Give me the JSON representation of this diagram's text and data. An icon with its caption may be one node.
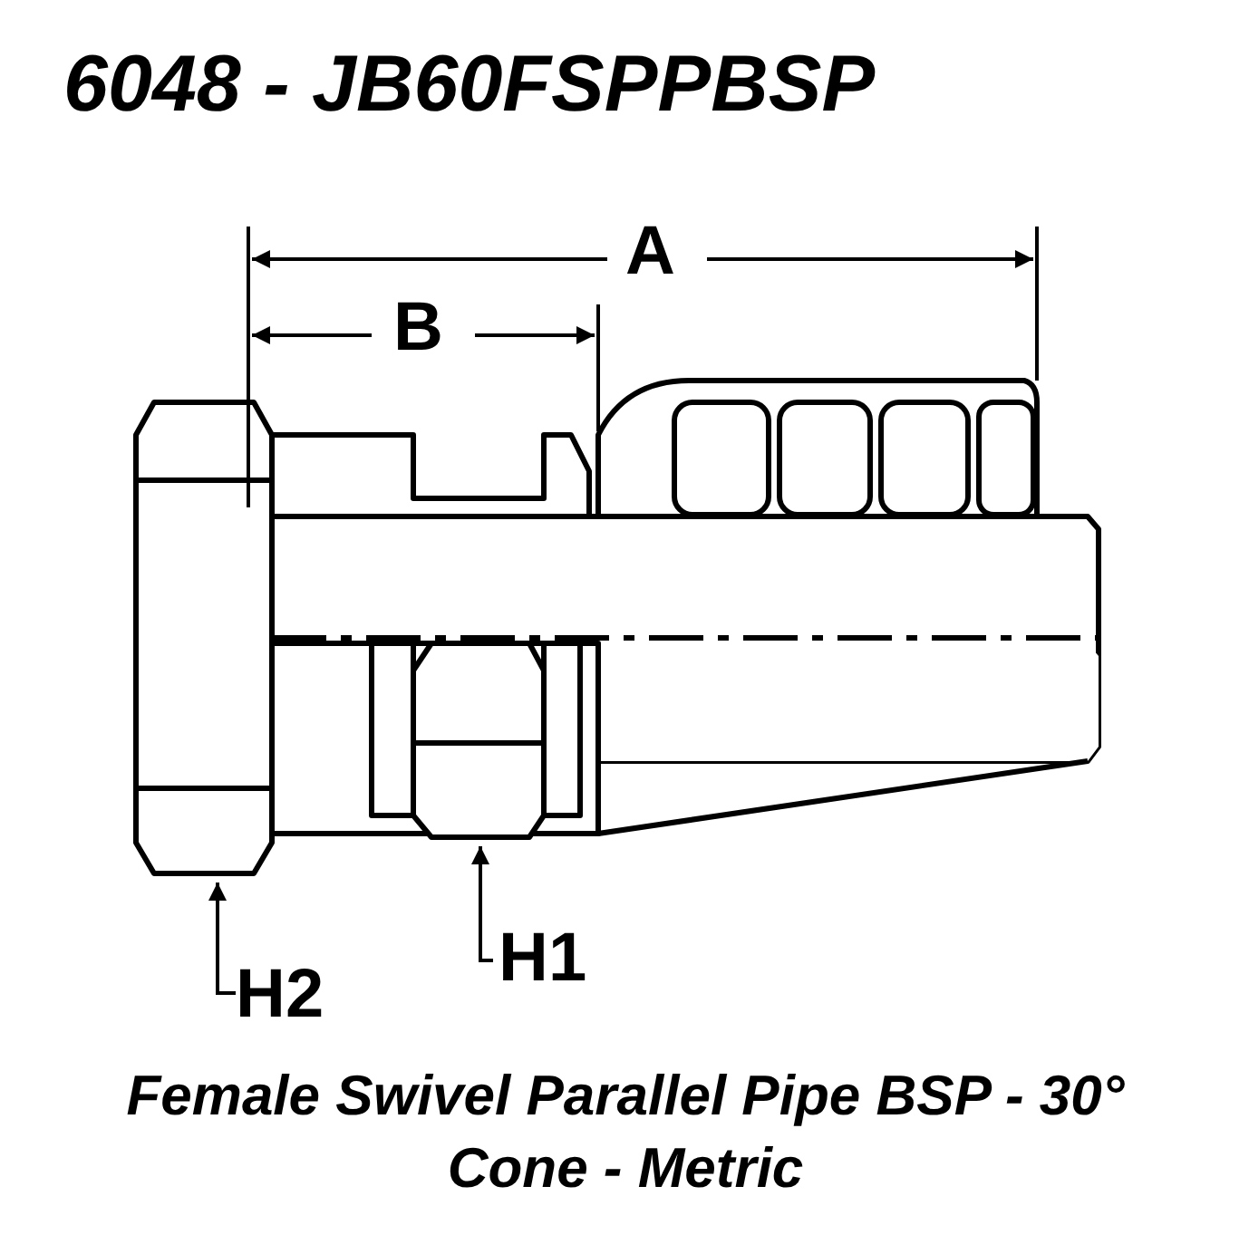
{
  "diagram": {
    "title": "6048 - JB60FSPPBSP",
    "caption": "Female Swivel Parallel Pipe BSP - 30° Cone - Metric",
    "labels": [
      "A",
      "B",
      "H2",
      "H1"
    ]
  }
}
